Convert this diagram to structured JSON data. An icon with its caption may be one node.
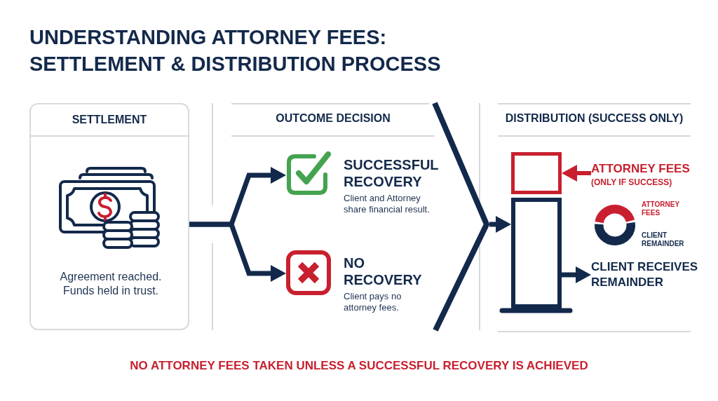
{
  "diagram": {
    "title": "UNDERSTANDING ATTORNEY FEES: SETTLEMENT & DISTRIBUTION PROCESS",
    "nodes": [
      {
        "text": [
          "SETTLEMENT",
          "Agreement reached. Funds held in trust."
        ]
      },
      {
        "text": [
          "SUCCESSFUL RECOVERY",
          "Client and Attorney share financial result."
        ]
      },
      {
        "text": [
          "NO RECOVERY",
          "Client pays no attorney fees."
        ]
      },
      {
        "text": [],
        "shape": "chevron"
      },
      {
        "text": [],
        "shape": "box"
      },
      {
        "text": [
          "ATTORNEY FEES",
          "(ONLY IF SUCCESS)"
        ]
      },
      {
        "text": [],
        "shape": "bar"
      },
      {
        "text": [
          "CLIENT RECEIVES REMAINDER"
        ]
      }
    ],
    "edges": [
      {
        "from": 0,
        "to": 1,
        "arrow": "to"
      },
      {
        "from": 0,
        "to": 2,
        "arrow": "to"
      },
      {
        "from": 3,
        "to": 6,
        "arrow": "to"
      },
      {
        "from": 5,
        "to": 4,
        "arrow": "to",
        "color": "#c8202f"
      },
      {
        "from": 6,
        "to": 7,
        "arrow": "to"
      }
    ],
    "labels": [
      "OUTCOME DECISION",
      "DISTRIBUTION (SUCCESS ONLY)",
      "ATTORNEY FEES",
      "CLIENT REMAINDER"
    ],
    "caption": "NO ATTORNEY FEES TAKEN UNLESS A SUCCESSFUL RECOVERY IS ACHIEVED"
  }
}
